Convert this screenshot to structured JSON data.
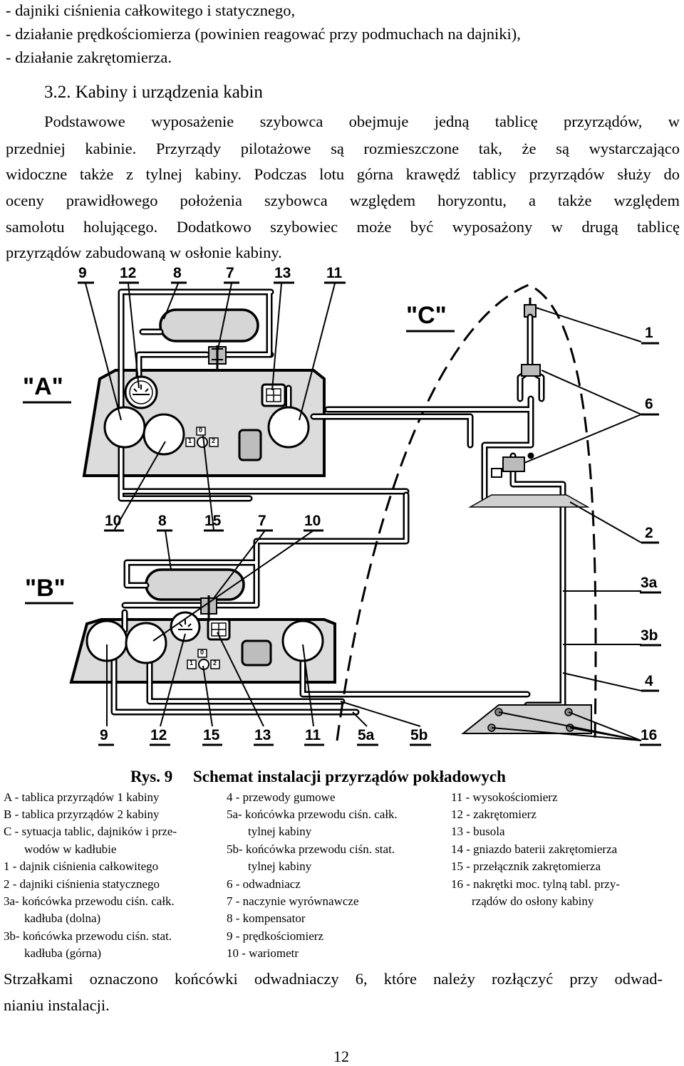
{
  "intro_list": [
    "- dajniki ciśnienia całkowitego i statycznego,",
    "- działanie prędkościomierza (powinien reagować przy podmuchach na dajniki),",
    "- działanie zakrętomierza."
  ],
  "section": {
    "heading": "3.2. Kabiny i urządzenia kabin",
    "lines": [
      "Podstawowe wyposażenie szybowca obejmuje jedną tablicę przyrządów, w",
      "przedniej kabinie. Przyrządy pilotażowe są rozmieszczone tak, że są wystarczająco",
      "widoczne także z tylnej kabiny. Podczas lotu górna krawędź tablicy przyrządów służy do",
      "oceny prawidłowego położenia szybowca względem horyzontu, a także względem",
      "samolotu holującego. Dodatkowo szybowiec może być wyposażony w drugą tablicę",
      "przyrządów zabudowaną w osłonie kabiny."
    ]
  },
  "diagram": {
    "panel_labels": {
      "a": "\"A\"",
      "b": "\"B\"",
      "c": "\"C\""
    },
    "top_labels": [
      "9",
      "12",
      "8",
      "7",
      "13",
      "11"
    ],
    "mid_labels": [
      "10",
      "8",
      "15",
      "7",
      "10"
    ],
    "bottom_labels": [
      "9",
      "12",
      "15",
      "13",
      "11",
      "5a",
      "5b",
      "16"
    ],
    "right_labels": [
      "1",
      "6",
      "2",
      "3a",
      "3b",
      "4"
    ],
    "switch_labels": [
      "0",
      "1",
      "2"
    ]
  },
  "figure": {
    "caption_num": "Rys. 9",
    "caption_title": "Schemat instalacji przyrządów pokładowych",
    "legend_col1": [
      "A - tablica przyrządów 1 kabiny",
      "B - tablica przyrządów 2 kabiny",
      "C - sytuacja tablic, dajników i prze-",
      "wodów w kadłubie",
      "1 - dajnik ciśnienia całkowitego",
      "2 - dajniki ciśnienia statycznego",
      "3a- końcówka przewodu ciśn. całk.",
      "kadłuba (dolna)",
      "3b- końcówka przewodu ciśn. stat.",
      "kadłuba (górna)"
    ],
    "legend_col2": [
      "4 - przewody gumowe",
      "5a- końcówka przewodu ciśn. całk.",
      "tylnej kabiny",
      "5b- końcówka przewodu ciśn. stat.",
      "tylnej kabiny",
      "6 - odwadniacz",
      "7 - naczynie wyrównawcze",
      "8 - kompensator",
      "9 - prędkościomierz",
      "10 - wariometr"
    ],
    "legend_col3": [
      "11 - wysokościomierz",
      "12 - zakrętomierz",
      "13 - busola",
      "14 - gniazdo baterii zakrętomierza",
      "15 - przełącznik zakrętomierza",
      "16 - nakrętki moc. tylną tabl. przy-",
      "rządów do osłony kabiny"
    ]
  },
  "footer": {
    "lines": [
      "Strzałkami oznaczono końcówki odwadniaczy 6, które należy rozłączyć przy odwad-",
      "nianiu instalacji."
    ],
    "page_number": "12"
  }
}
